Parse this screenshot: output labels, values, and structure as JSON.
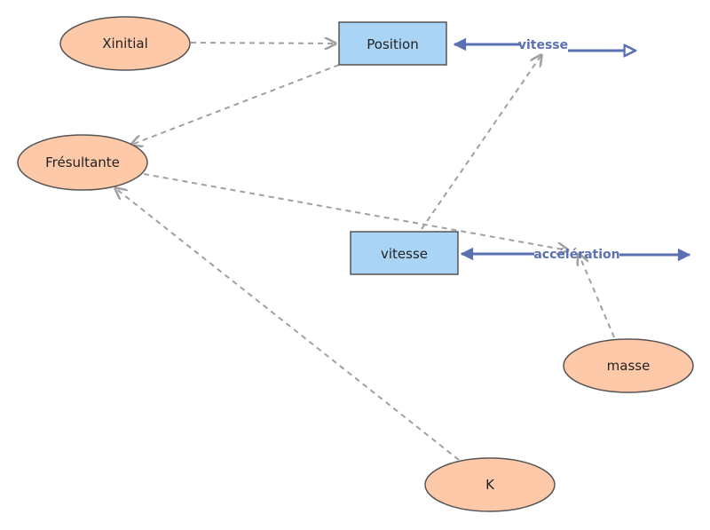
{
  "colors": {
    "ellipse_fill": "#fdc9a8",
    "ellipse_stroke": "#555555",
    "rect_fill": "#a9d4f5",
    "rect_stroke": "#555555",
    "flow": "#5b6fb3",
    "link": "#a0a0a0"
  },
  "nodes": {
    "xinitial": "Xinitial",
    "position": "Position",
    "fresultante": "Frésultante",
    "vitesse_stock": "vitesse",
    "masse": "masse",
    "k": "K"
  },
  "flows": {
    "vitesse": "vitesse",
    "acceleration": "accélération"
  }
}
